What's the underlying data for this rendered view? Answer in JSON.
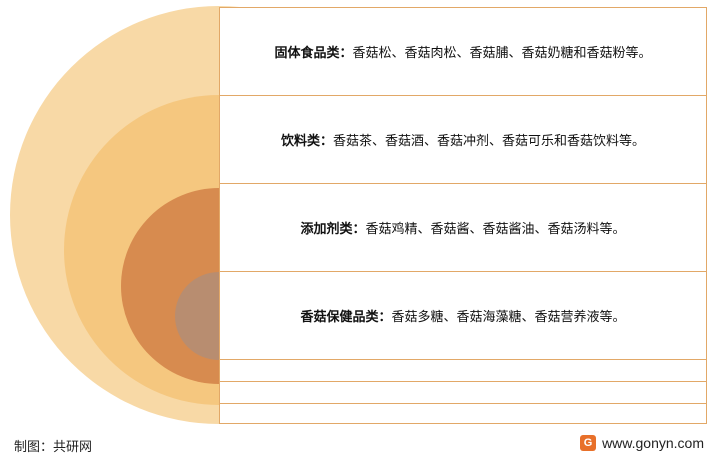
{
  "rows": [
    {
      "label": "固体食品类：",
      "text": "香菇松、香菇肉松、香菇脯、香菇奶糖和香菇粉等。"
    },
    {
      "label": "饮料类：",
      "text": "香菇茶、香菇酒、香菇冲剂、香菇可乐和香菇饮料等。"
    },
    {
      "label": "添加剂类：",
      "text": "香菇鸡精、香菇酱、香菇酱油、香菇汤料等。"
    },
    {
      "label": "香菇保健品类：",
      "text": "香菇多糖、香菇海藻糖、香菇营养液等。"
    }
  ],
  "footer": {
    "credit": "制图：共研网",
    "site": "www.gonyn.com",
    "logo_text": "G"
  },
  "colors": {
    "ring1": "#f8d9a6",
    "ring2": "#f5c77f",
    "ring3": "#d78b4f",
    "ring4": "#b88d70",
    "border": "#e2a867"
  }
}
